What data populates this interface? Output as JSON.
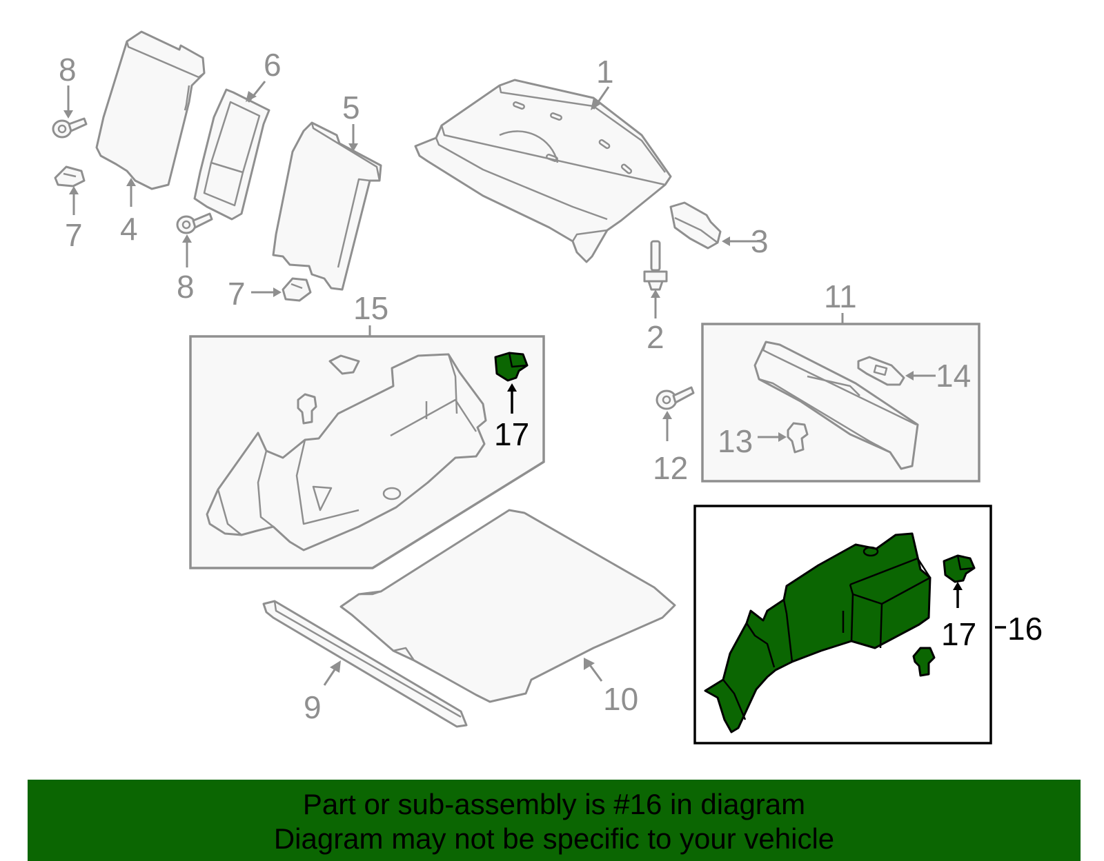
{
  "callouts": {
    "c1": "1",
    "c2": "2",
    "c3": "3",
    "c4": "4",
    "c5": "5",
    "c6": "6",
    "c7a": "7",
    "c7b": "7",
    "c8a": "8",
    "c8b": "8",
    "c9": "9",
    "c10": "10",
    "c11": "11",
    "c12": "12",
    "c13": "13",
    "c14": "14",
    "c15": "15",
    "c16": "16",
    "c17a": "17",
    "c17b": "17"
  },
  "highlight": {
    "part_number": "16",
    "fill_color": "#0b6602"
  },
  "banner": {
    "line1": "Part or sub-assembly is #16 in diagram",
    "line2": "Diagram may not be specific to your vehicle",
    "background_color": "#0b6602"
  }
}
